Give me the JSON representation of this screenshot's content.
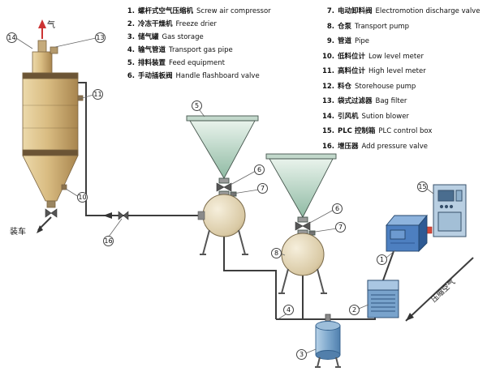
{
  "legend": {
    "col1": [
      {
        "num": "1.",
        "zh": "螺杆式空气压缩机",
        "en": "Screw air compressor"
      },
      {
        "num": "2.",
        "zh": "冷冻干燥机",
        "en": "Freeze drier"
      },
      {
        "num": "3.",
        "zh": "储气罐",
        "en": "Gas storage"
      },
      {
        "num": "4.",
        "zh": "输气管道",
        "en": "Transport gas pipe"
      },
      {
        "num": "5.",
        "zh": "排料装置",
        "en": "Feed equipment"
      },
      {
        "num": "6.",
        "zh": "手动插板阀",
        "en": "Handle flashboard valve"
      }
    ],
    "col2": [
      {
        "num": "7.",
        "zh": "电动卸料阀",
        "en": "Electromotion discharge valve"
      },
      {
        "num": "8.",
        "zh": "仓泵",
        "en": "Transport pump"
      },
      {
        "num": "9.",
        "zh": "管道",
        "en": "Pipe"
      },
      {
        "num": "10.",
        "zh": "低料位计",
        "en": "Low level meter"
      },
      {
        "num": "11.",
        "zh": "高料位计",
        "en": "High level meter"
      },
      {
        "num": "12.",
        "zh": "料仓",
        "en": "Storehouse pump"
      },
      {
        "num": "13.",
        "zh": "袋式过滤器",
        "en": "Bag filter"
      },
      {
        "num": "14.",
        "zh": "引风机",
        "en": "Sution blower"
      },
      {
        "num": "15.",
        "zh": "PLC 控制箱",
        "en": "PLC control box"
      },
      {
        "num": "16.",
        "zh": "增压器",
        "en": "Add pressure valve"
      }
    ]
  },
  "diagram": {
    "gas_label": "气",
    "truck_label": "装车",
    "compressed_air_label": "压缩空气",
    "colors": {
      "silo_tan": "#d9bc82",
      "hopper_green": "#a8cbb6",
      "equipment_blue": "#4d7fc0",
      "flow_red": "#cc3333"
    },
    "callouts": {
      "c1": "1",
      "c2": "2",
      "c3": "3",
      "c4": "4",
      "c5": "5",
      "c6a": "6",
      "c7a": "7",
      "c6b": "6",
      "c7b": "7",
      "c8": "8",
      "c10": "10",
      "c11": "11",
      "c13": "13",
      "c14": "14",
      "c15": "15",
      "c16": "16"
    }
  }
}
